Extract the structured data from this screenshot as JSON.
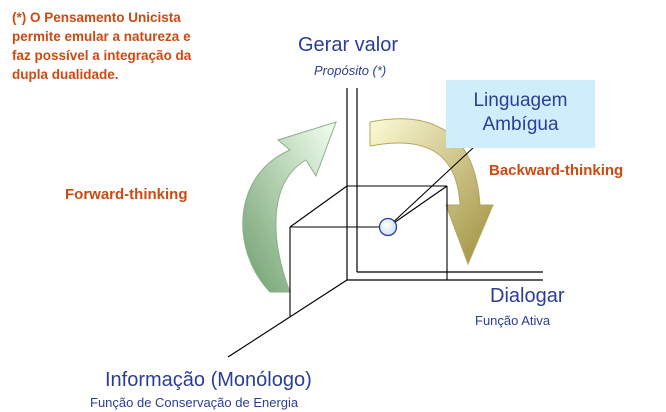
{
  "note": {
    "text": "(*) O Pensamento Unicista\npermite emular a natureza e\nfaz possível a integração da\ndupla dualidade."
  },
  "axes": {
    "vertical": {
      "title": "Gerar valor",
      "subtitle": "Propósito (*)"
    },
    "horizontal": {
      "title": "Dialogar",
      "subtitle": "Função Ativa"
    },
    "depth": {
      "title": "Informação (Monólogo)",
      "subtitle": "Função de Conservação de Energia"
    }
  },
  "ambiguous_language": {
    "line1": "Linguagem",
    "line2": "Ambígua"
  },
  "arrows": {
    "left_label": "Forward-thinking",
    "right_label": "Backward-thinking"
  },
  "colors": {
    "orange_text": "#cc4a12",
    "blue_text": "#2b3e93",
    "box_fill": "#cfeefc",
    "left_arrow_gradient_start": "#6f9f6e",
    "left_arrow_gradient_end": "#f3fff0",
    "right_arrow_gradient_start": "#fdfbd7",
    "right_arrow_gradient_end": "#9e8e3c"
  }
}
